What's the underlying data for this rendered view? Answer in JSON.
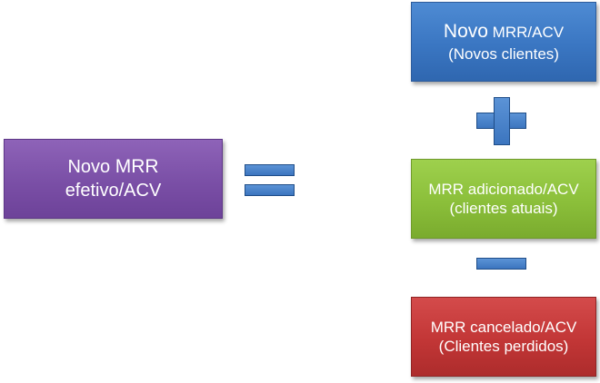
{
  "equation": {
    "result": {
      "word": "Novo",
      "rest": "MRR",
      "line2": "efetivo/ACV",
      "color": "#7a4fa6"
    },
    "term_new": {
      "word": "Novo",
      "rest": " MRR/ACV",
      "line2": "(Novos clientes)",
      "color": "#3a76c2"
    },
    "term_added": {
      "line1": "MRR adicionado/ACV",
      "line2": "(clientes atuais)",
      "color": "#8bbf3a"
    },
    "term_cancelled": {
      "line1": "MRR cancelado/ACV",
      "line2": "(Clientes perdidos)",
      "color": "#c23636"
    }
  },
  "symbols": {
    "equals": "equals-sign",
    "plus": "plus-sign",
    "minus": "minus-sign",
    "color": "#4a85cc"
  }
}
